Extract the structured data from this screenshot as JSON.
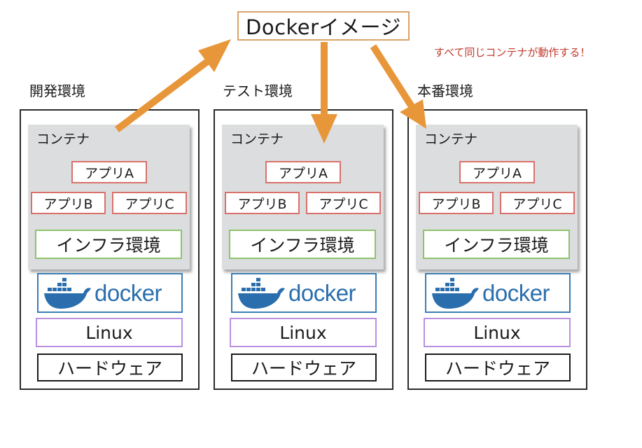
{
  "image_label": "Dockerイメージ",
  "note": "すべて同じコンテナが動作する！",
  "colors": {
    "arrow": "#e8963a",
    "image_border": "#d9a36a",
    "note_text": "#c0392b",
    "app_border": "#d9716b",
    "infra_border": "#8cc46a",
    "docker_blue": "#2a6ead",
    "linux_border": "#b990e0",
    "container_bg": "#dcdddf"
  },
  "environments": [
    {
      "title": "開発環境",
      "container_label": "コンテナ",
      "apps": [
        "アプリA",
        "アプリB",
        "アプリC"
      ],
      "infra": "インフラ環境",
      "docker": "docker",
      "os": "Linux",
      "hardware": "ハードウェア"
    },
    {
      "title": "テスト環境",
      "container_label": "コンテナ",
      "apps": [
        "アプリA",
        "アプリB",
        "アプリC"
      ],
      "infra": "インフラ環境",
      "docker": "docker",
      "os": "Linux",
      "hardware": "ハードウェア"
    },
    {
      "title": "本番環境",
      "container_label": "コンテナ",
      "apps": [
        "アプリA",
        "アプリB",
        "アプリC"
      ],
      "infra": "インフラ環境",
      "docker": "docker",
      "os": "Linux",
      "hardware": "ハードウェア"
    }
  ],
  "arrows": [
    {
      "from": "開発環境 コンテナ",
      "to": "Dockerイメージ",
      "meaning": "push"
    },
    {
      "from": "Dockerイメージ",
      "to": "テスト環境 コンテナ",
      "meaning": "deploy"
    },
    {
      "from": "Dockerイメージ",
      "to": "本番環境 コンテナ",
      "meaning": "deploy"
    }
  ]
}
